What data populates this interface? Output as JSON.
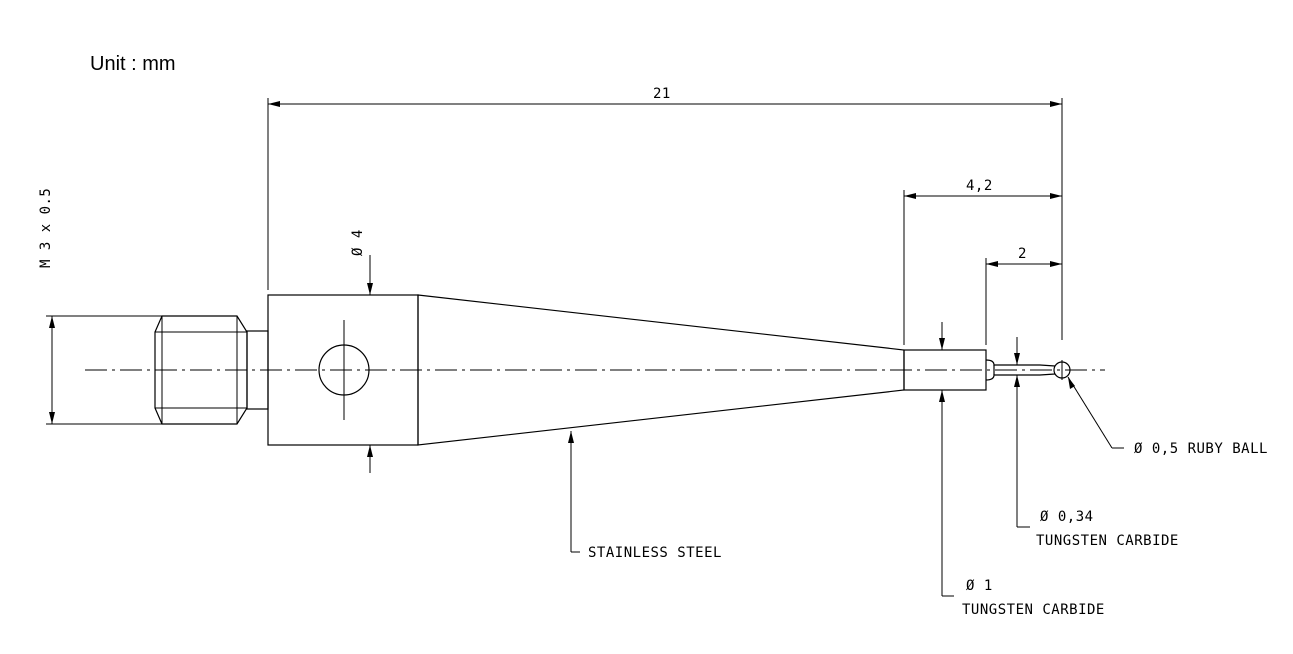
{
  "unit_label": "Unit : mm",
  "dimensions": {
    "overall_length": "21",
    "tip_length": "4,2",
    "ball_stem_length": "2",
    "thread": "M 3 x 0.5",
    "body_diameter": "Ø 4"
  },
  "callouts": {
    "ruby_ball": "Ø 0,5 RUBY BALL",
    "stem_diameter": "Ø 0,34",
    "stem_material": "TUNGSTEN CARBIDE",
    "shaft_diameter": "Ø 1",
    "shaft_material": "TUNGSTEN CARBIDE",
    "body_material": "STAINLESS STEEL"
  }
}
